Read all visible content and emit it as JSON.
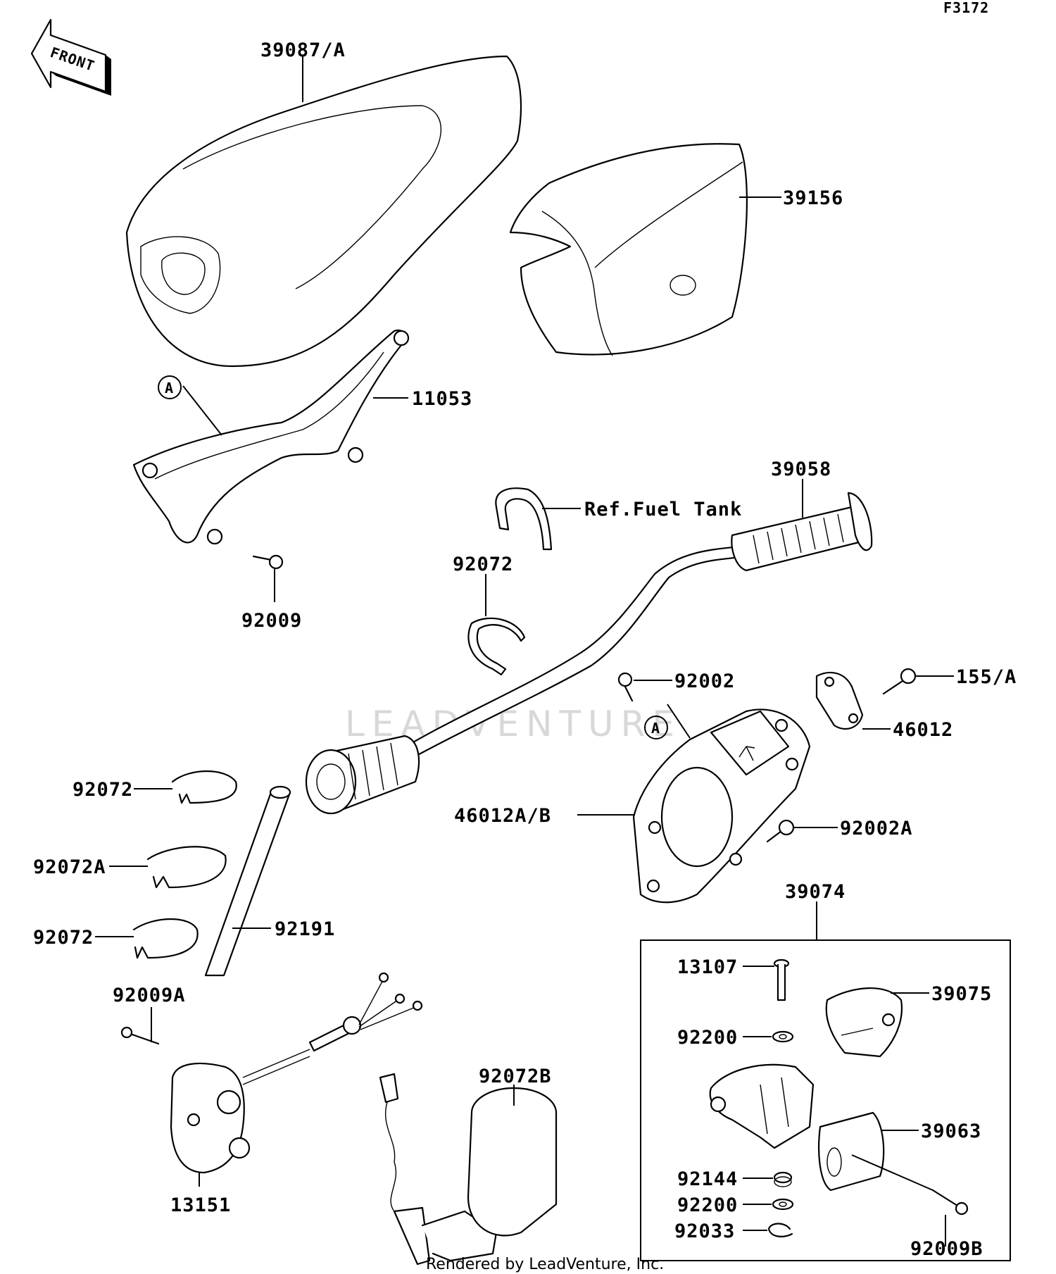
{
  "diagram_code": "F3172",
  "front_label": "FRONT",
  "watermark": "LEADVENTURE",
  "footer": "Rendered by LeadVenture, Inc.",
  "ref_note": "Ref.Fuel  Tank",
  "callout_letter": "A",
  "parts": {
    "p39087A": "39087/A",
    "p39156": "39156",
    "p11053": "11053",
    "p92009": "92009",
    "p39058": "39058",
    "p92072_top": "92072",
    "p92002": "92002",
    "p155A": "155/A",
    "p46012": "46012",
    "p46012AB": "46012A/B",
    "p92002A": "92002A",
    "p92072_left1": "92072",
    "p92072A": "92072A",
    "p92072_left2": "92072",
    "p92191": "92191",
    "p92009A": "92009A",
    "p13151": "13151",
    "p92072B": "92072B",
    "p39074": "39074",
    "p13107": "13107",
    "p39075": "39075",
    "p92200_top": "92200",
    "p39063": "39063",
    "p92144": "92144",
    "p92200_bottom": "92200",
    "p92033": "92033",
    "p92009B": "92009B"
  }
}
